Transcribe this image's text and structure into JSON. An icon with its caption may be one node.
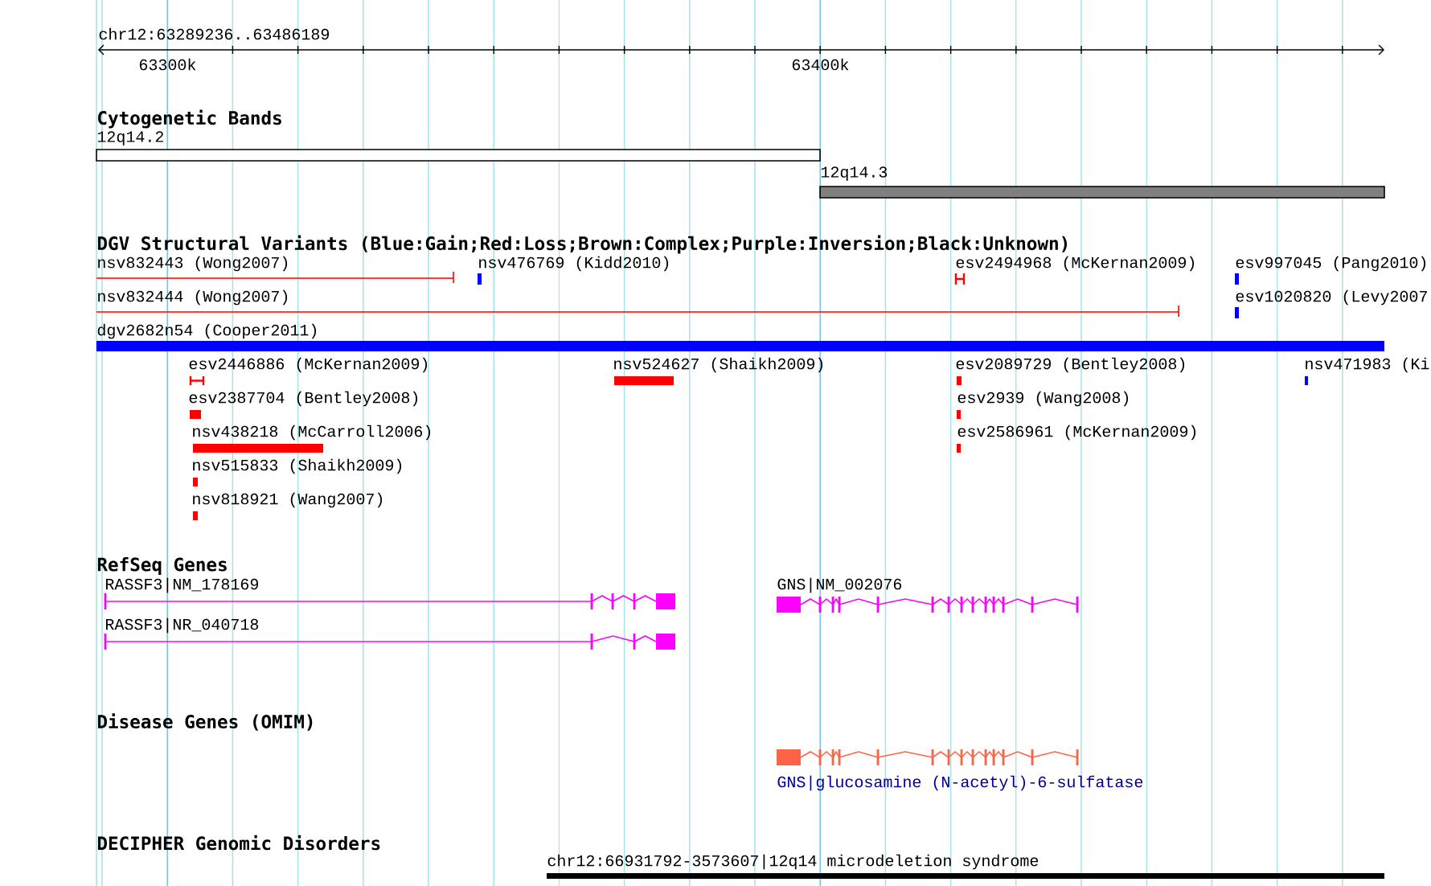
{
  "diagram": {
    "labels": [
      "chr12:63289236..63486189",
      "63300k",
      "63400k",
      "Cytogenetic Bands",
      "12q14.2",
      "12q14.3",
      "DGV Structural Variants (Blue:Gain;Red:Loss;Brown:Complex;Purple:Inversion;Black:Unknown)",
      "nsv832443 (Wong2007)",
      "nsv476769 (Kidd2010)",
      "esv2494968 (McKernan2009)",
      "esv997045 (Pang2010)",
      "nsv832444 (Wong2007)",
      "esv1020820 (Levy2007",
      "dgv2682n54 (Cooper2011)",
      "esv2446886 (McKernan2009)",
      "nsv524627 (Shaikh2009)",
      "esv2089729 (Bentley2008)",
      "nsv471983 (Ki",
      "esv2387704 (Bentley2008)",
      "esv2939 (Wang2008)",
      "nsv438218 (McCarroll2006)",
      "esv2586961 (McKernan2009)",
      "nsv515833 (Shaikh2009)",
      "nsv818921 (Wang2007)",
      "RefSeq Genes",
      "RASSF3|NM_178169",
      "GNS|NM_002076",
      "RASSF3|NR_040718",
      "Disease Genes (OMIM)",
      "GNS|glucosamine (N-acetyl)-6-sulfatase",
      "DECIPHER Genomic Disorders",
      "chr12:66931792-3573607|12q14 microdeletion syndrome"
    ]
  }
}
